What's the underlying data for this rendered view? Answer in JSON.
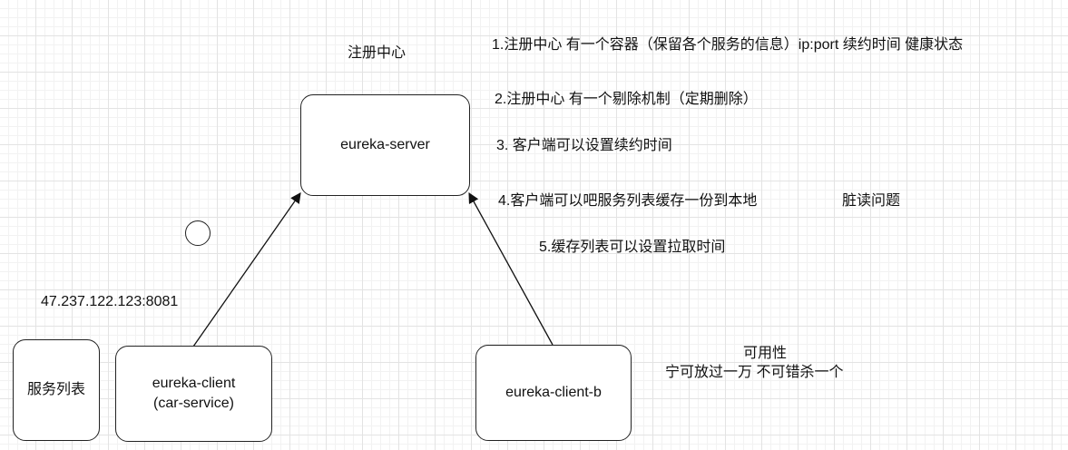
{
  "registry_title": "注册中心",
  "notes": [
    "1.注册中心 有一个容器（保留各个服务的信息）ip:port  续约时间  健康状态",
    "2.注册中心 有一个剔除机制（定期删除）",
    "3. 客户端可以设置续约时间",
    "4.客户端可以吧服务列表缓存一份到本地",
    "5.缓存列表可以设置拉取时间"
  ],
  "dirty_read": "脏读问题",
  "nodes": {
    "server": "eureka-server",
    "service_list": "服务列表",
    "client_line1": "eureka-client",
    "client_line2": "(car-service)",
    "client_b": "eureka-client-b"
  },
  "address": "47.237.122.123:8081",
  "availability_title": "可用性",
  "availability_text": "宁可放过一万 不可错杀一个"
}
